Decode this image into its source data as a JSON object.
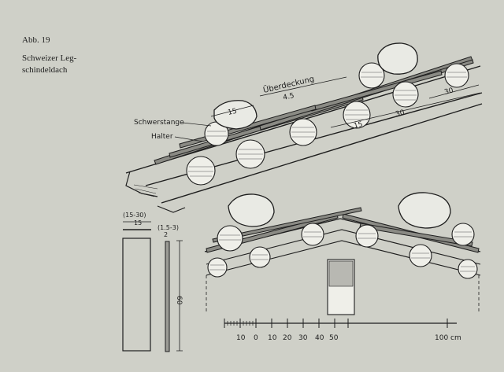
{
  "caption": {
    "fig_number": "Abb. 19",
    "title_line1": "Schweizer Leg-",
    "title_line2": "schindeldach"
  },
  "labels": {
    "overlap": "Überdeckung",
    "overlap_value": "4.5",
    "dim_15_top": "15",
    "dim_30_right": "30",
    "dim_15_mid": "15",
    "dim_30_mid": "30",
    "purlin": "Schwerstange",
    "holder": "Halter",
    "shingle_width_range": "(15-30)",
    "shingle_width": "15",
    "shingle_thickness_range": "(1.5-3)",
    "shingle_thickness": "2",
    "shingle_length": "60"
  },
  "scale_bar": {
    "ticks": [
      "10",
      "0",
      "10",
      "20",
      "30",
      "40",
      "50",
      "100 cm"
    ]
  }
}
